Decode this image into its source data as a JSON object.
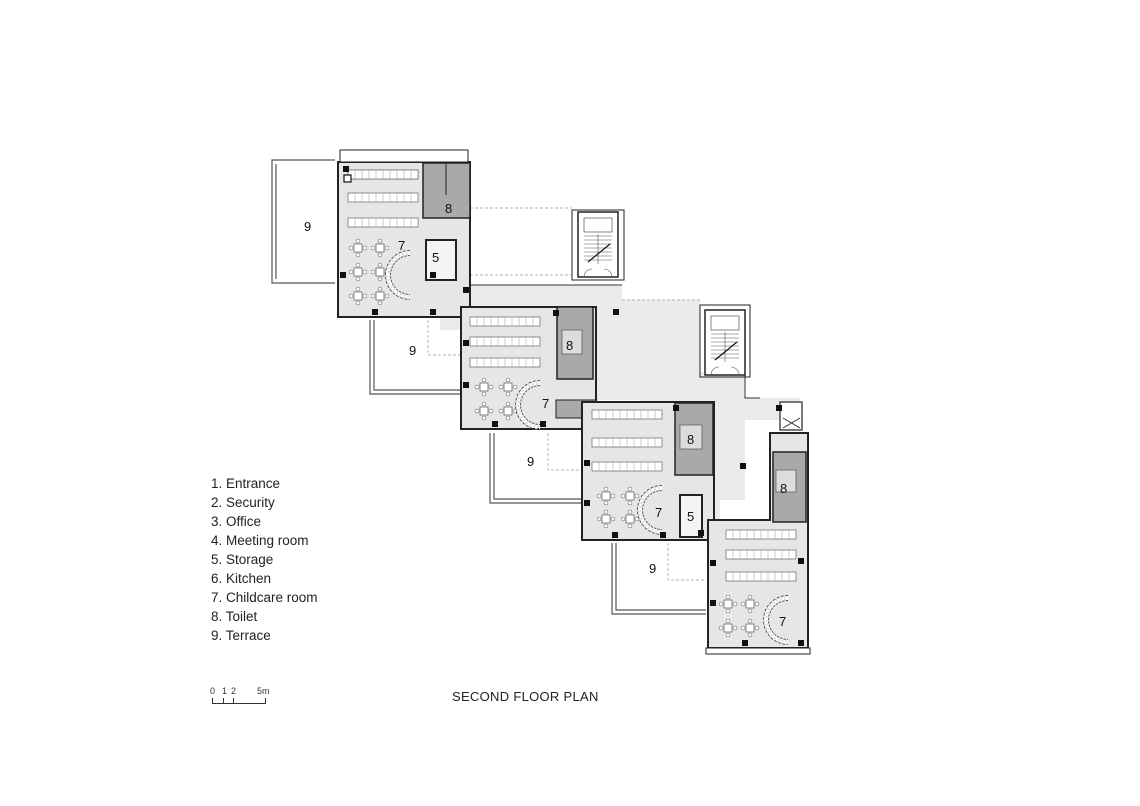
{
  "title": "SECOND FLOOR PLAN",
  "legend": [
    "1. Entrance",
    "2. Security",
    "3. Office",
    "4. Meeting room",
    "5. Storage",
    "6. Kitchen",
    "7. Childcare room",
    "8. Toilet",
    "9. Terrace"
  ],
  "scale": {
    "zero": "0",
    "one": "1",
    "two": "2",
    "five": "5m"
  },
  "room_labels": {
    "terrace": "9",
    "childcare": "7",
    "toilet": "8",
    "storage": "5"
  },
  "colors": {
    "floor": "#e6e6e6",
    "toilet": "#a9a9a9",
    "wall": "#222222",
    "column": "#111111",
    "furniture": "#ffffff"
  }
}
